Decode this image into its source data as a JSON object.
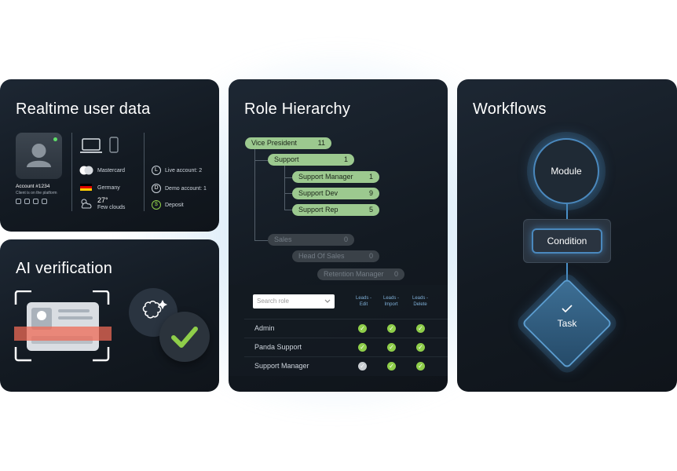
{
  "colors": {
    "accent_green": "#9cc98f",
    "accent_blue": "#4a88bd",
    "check_green": "#8fce4a"
  },
  "user_card": {
    "title": "Realtime user data",
    "account": "Account #1234",
    "account_sub": "Client is on the platform",
    "payment": "Mastercard",
    "country": "Germany",
    "temperature": "27°",
    "weather": "Few clouds",
    "live_badge": "L",
    "live": "Live account: 2",
    "demo_badge": "D",
    "demo": "Demo account: 1",
    "deposit_badge": "$",
    "deposit": "Deposit"
  },
  "ai_card": {
    "title": "AI verification"
  },
  "role_card": {
    "title": "Role Hierarchy",
    "nodes": [
      {
        "label": "Vice President",
        "count": "11"
      },
      {
        "label": "Support",
        "count": "1"
      },
      {
        "label": "Support Manager",
        "count": "1"
      },
      {
        "label": "Support Dev",
        "count": "9"
      },
      {
        "label": "Support Rep",
        "count": "5"
      },
      {
        "label": "Sales",
        "count": "0"
      },
      {
        "label": "Head Of Sales",
        "count": "0"
      },
      {
        "label": "Retention Manager",
        "count": "0"
      }
    ],
    "search_placeholder": "Search role",
    "columns": [
      "Leads - Edit",
      "Leads - Import",
      "Leads - Delete"
    ],
    "rows": [
      {
        "label": "Admin"
      },
      {
        "label": "Panda Support"
      },
      {
        "label": "Support Manager"
      }
    ]
  },
  "workflow_card": {
    "title": "Workflows",
    "module": "Module",
    "condition": "Condition",
    "task": "Task"
  }
}
